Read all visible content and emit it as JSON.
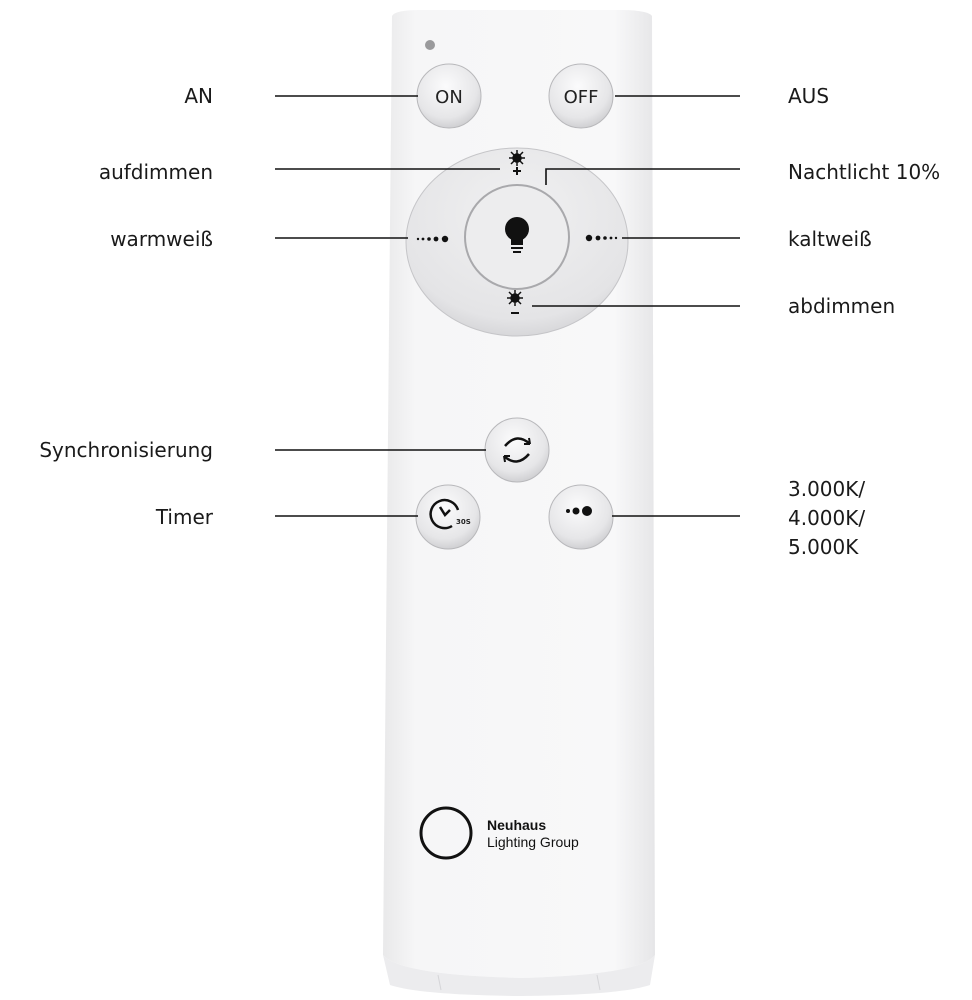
{
  "labels": {
    "on": "AN",
    "off": "AUS",
    "dim_up": "aufdimmen",
    "night_light": "Nachtlicht 10%",
    "warm_white": "warmweiß",
    "cold_white": "kaltweiß",
    "dim_down": "abdimmen",
    "sync": "Synchronisierung",
    "timer": "Timer",
    "color_temp": [
      "3.000K/",
      "4.000K/",
      "5.000K"
    ]
  },
  "buttons": {
    "on": "ON",
    "off": "OFF",
    "timer_badge": "30S"
  },
  "brand": {
    "name": "Neuhaus",
    "sub": "Lighting Group"
  }
}
